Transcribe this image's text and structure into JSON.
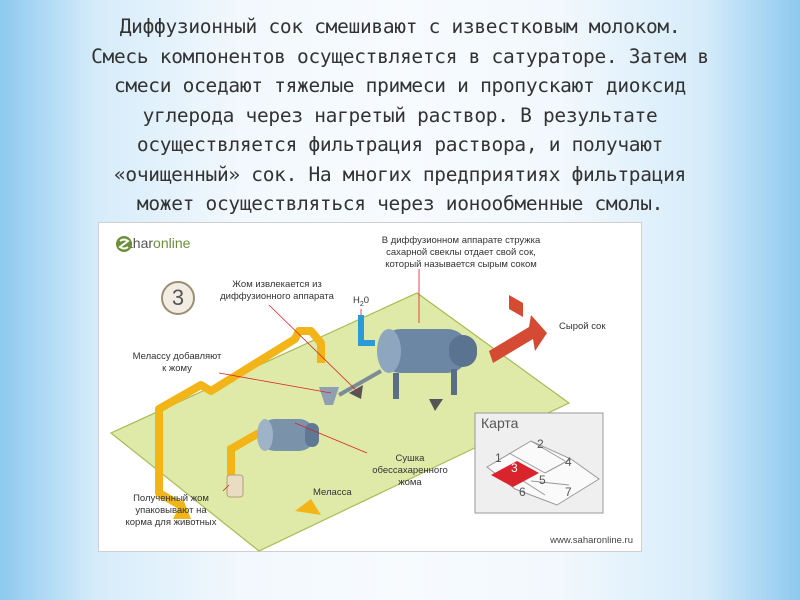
{
  "slide": {
    "lines": [
      "Диффузионный сок смешивают с известковым молоком.",
      "Смесь компонентов осуществляется в сатураторе. Затем в",
      "смеси оседают тяжелые примеси и пропускают диоксид",
      "углерода через нагретый раствор. В результате",
      "осуществляется фильтрация раствора, и получают",
      "«очищенный» сок. На многих предприятиях фильтрация",
      "может осуществляться через ионообменные смолы."
    ]
  },
  "figure": {
    "logo_prefix": "sahar",
    "logo_suffix": "online",
    "step_number": "3",
    "labels": {
      "pulp_line1": "Жом извлекается из",
      "pulp_line2": "диффузионного аппарата",
      "diffusion_line1": "В диффузионном аппарате стружка",
      "diffusion_line2": "сахарной свеклы отдает свой сок,",
      "diffusion_line3": "который называется сырым соком",
      "water": "H",
      "water_sub": "2",
      "water_end": "0",
      "raw_juice": "Сырой сок",
      "molasses_line1": "Мелассу добавляют",
      "molasses_line2": "к жому",
      "dryer_line1": "Сушка",
      "dryer_line2": "обессахаренного",
      "dryer_line3": "жома",
      "packed_line1": "Полученный жом",
      "packed_line2": "упаковывают на",
      "packed_line3": "корма для животных",
      "molasses_in": "Меласса"
    },
    "map": {
      "title": "Карта",
      "numbers": [
        "1",
        "2",
        "3",
        "4",
        "5",
        "6",
        "7"
      ],
      "highlight_color": "#d9232d"
    },
    "url": "www.saharonline.ru"
  }
}
